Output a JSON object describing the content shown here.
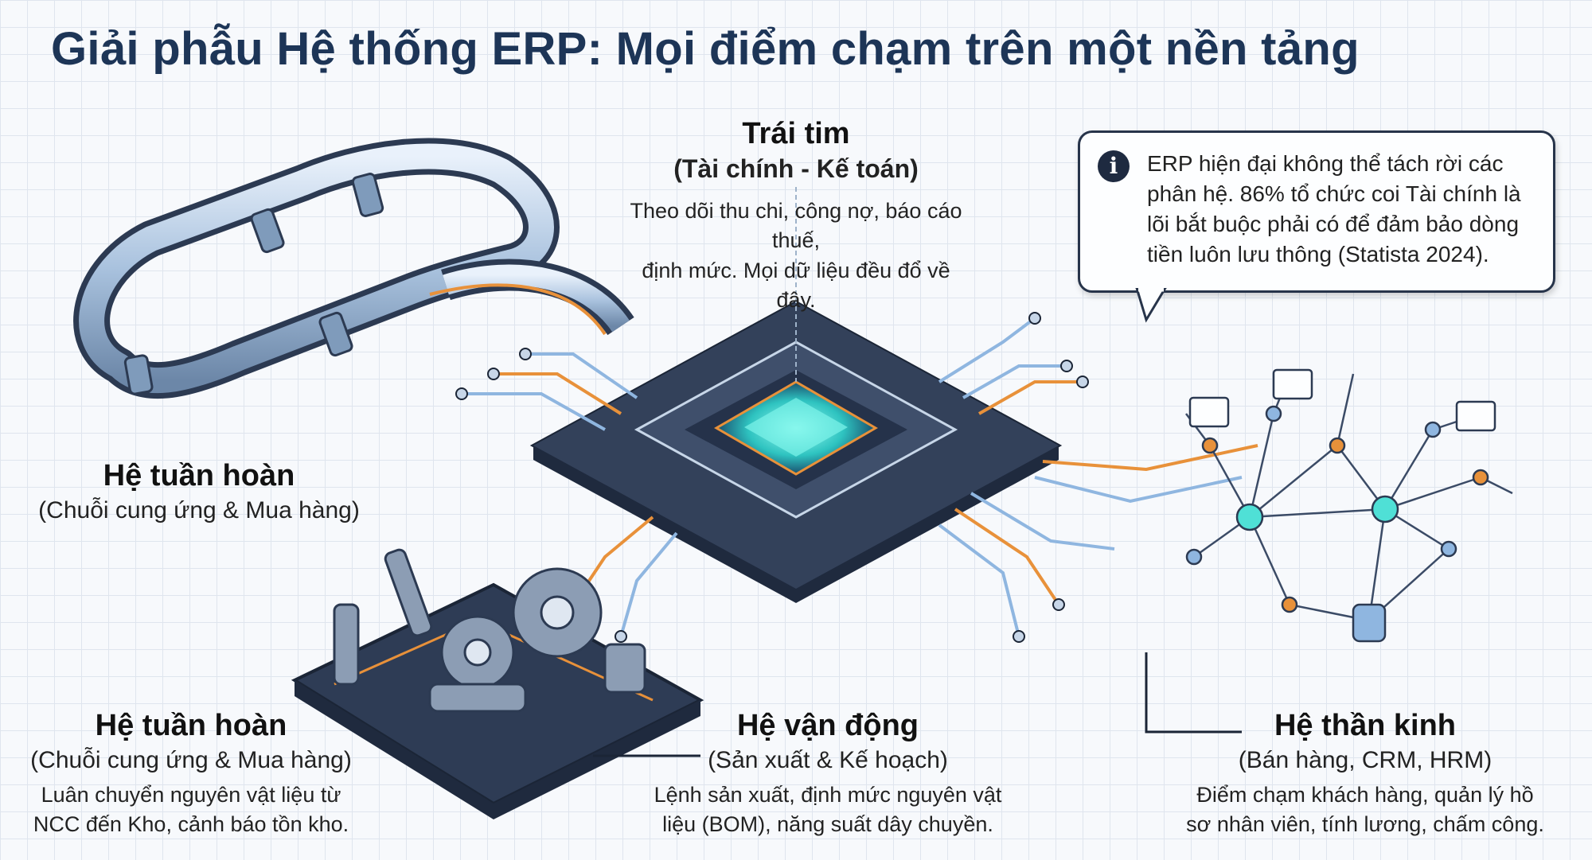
{
  "title": "Giải phẫu Hệ thống ERP: Mọi điểm chạm trên một nền tảng",
  "heart": {
    "heading": "Trái tim",
    "subtitle": "(Tài chính - Kế toán)",
    "description_lines": [
      "Theo dõi thu chi, công nợ, báo cáo thuế,",
      "định mức. Mọi dữ liệu đều đổ về đây."
    ]
  },
  "circulation_top": {
    "heading": "Hệ tuần hoàn",
    "subtitle": "(Chuỗi cung ứng & Mua hàng)"
  },
  "circulation": {
    "heading": "Hệ tuần hoàn",
    "subtitle": "(Chuỗi cung ứng & Mua hàng)",
    "description_lines": [
      "Luân chuyển nguyên vật liệu từ",
      "NCC đến Kho, cảnh báo tồn kho."
    ]
  },
  "motor": {
    "heading": "Hệ vận động",
    "subtitle": "(Sản xuất & Kế hoạch)",
    "description_lines": [
      "Lệnh sản xuất, định mức nguyên vật",
      "liệu (BOM), năng suất dây chuyền."
    ]
  },
  "nervous": {
    "heading": "Hệ thần kinh",
    "subtitle": "(Bán hàng, CRM, HRM)",
    "description_lines": [
      "Điểm chạm khách hàng, quản lý hồ",
      "sơ nhân viên, tính lương, chấm công."
    ]
  },
  "callout": {
    "icon": "info-icon",
    "lines": [
      "ERP hiện đại không thể tách rời các",
      "phân hệ. 86% tổ chức coi Tài chính là",
      "lõi bắt buộc phải có để đảm bảo dòng",
      "tiền luôn lưu thông (Statista 2024)."
    ]
  },
  "colors": {
    "title": "#1d3557",
    "board": "#33415a",
    "trace_orange": "#e8913a",
    "trace_blue": "#8fb6e0",
    "chip_glow": "#4fe0d6",
    "pipe": "#bcd0e6"
  }
}
